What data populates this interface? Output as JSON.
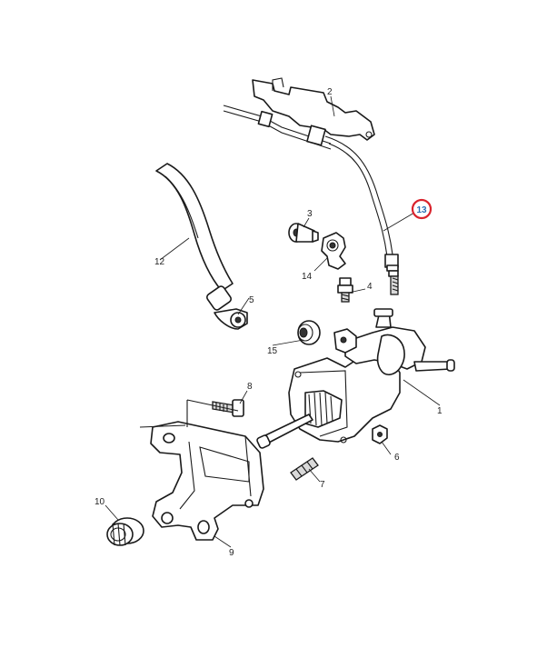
{
  "callouts": [
    {
      "id": "c1",
      "label": "1"
    },
    {
      "id": "c2",
      "label": "2"
    },
    {
      "id": "c3",
      "label": "3"
    },
    {
      "id": "c4",
      "label": "4"
    },
    {
      "id": "c5",
      "label": "5"
    },
    {
      "id": "c6",
      "label": "6"
    },
    {
      "id": "c7",
      "label": "7"
    },
    {
      "id": "c8",
      "label": "8"
    },
    {
      "id": "c9",
      "label": "9"
    },
    {
      "id": "c10",
      "label": "10"
    },
    {
      "id": "c12",
      "label": "12"
    },
    {
      "id": "c13",
      "label": "13"
    },
    {
      "id": "c14",
      "label": "14"
    },
    {
      "id": "c15",
      "label": "15"
    }
  ],
  "highlight": {
    "label": "13",
    "ring_color": "#d9232d",
    "fill_color": "#c8dcf0",
    "text_color": "#2a6fb4"
  }
}
